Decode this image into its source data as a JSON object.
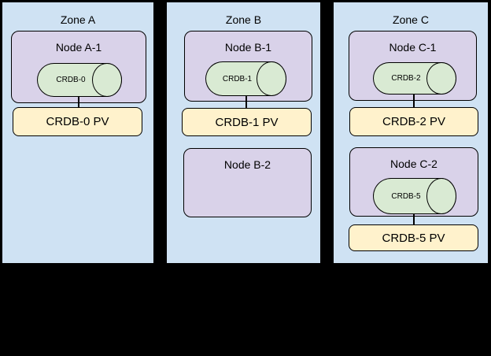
{
  "palette": {
    "background": "#000000",
    "zone_fill": "#cfe2f3",
    "node_fill": "#d9d2e9",
    "cylinder_fill": "#d9ead3",
    "pv_fill": "#fff2cc",
    "border": "#000000",
    "text": "#000000"
  },
  "zones": [
    {
      "label": "Zone A",
      "nodes": [
        {
          "label": "Node A-1",
          "cylinder_label": "CRDB-0",
          "pv_label": "CRDB-0 PV"
        }
      ]
    },
    {
      "label": "Zone B",
      "nodes": [
        {
          "label": "Node B-1",
          "cylinder_label": "CRDB-1",
          "pv_label": "CRDB-1 PV"
        },
        {
          "label": "Node B-2"
        }
      ]
    },
    {
      "label": "Zone C",
      "nodes": [
        {
          "label": "Node C-1",
          "cylinder_label": "CRDB-2",
          "pv_label": "CRDB-2 PV"
        },
        {
          "label": "Node C-2",
          "cylinder_label": "CRDB-5",
          "pv_label": "CRDB-5 PV"
        }
      ]
    }
  ]
}
